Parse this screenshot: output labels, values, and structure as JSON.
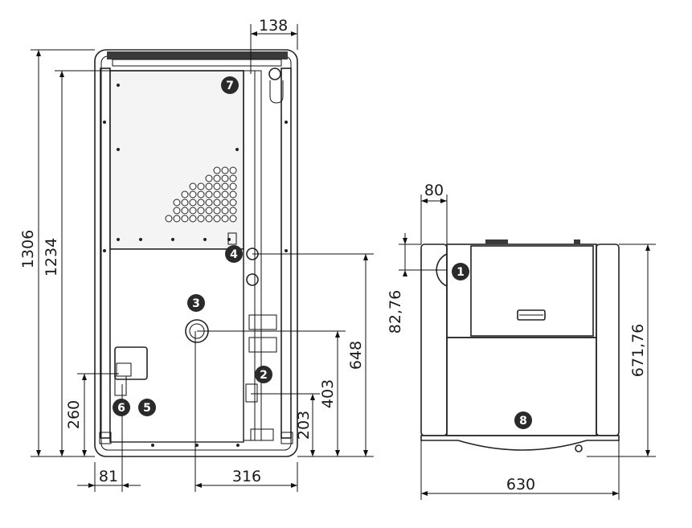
{
  "front_view": {
    "dimensions": {
      "top_width": "138",
      "total_height": "1306",
      "inner_height": "1234",
      "side_height": "260",
      "bottom_left": "81",
      "bottom_center": "316",
      "h_203": "203",
      "h_403": "403",
      "h_648": "648"
    },
    "callouts": [
      "7",
      "4",
      "3",
      "2",
      "6",
      "5"
    ]
  },
  "side_view": {
    "dimensions": {
      "top_offset": "80",
      "left_height": "82,76",
      "right_height": "671,76",
      "width": "630"
    },
    "callouts": [
      "1",
      "8"
    ]
  }
}
